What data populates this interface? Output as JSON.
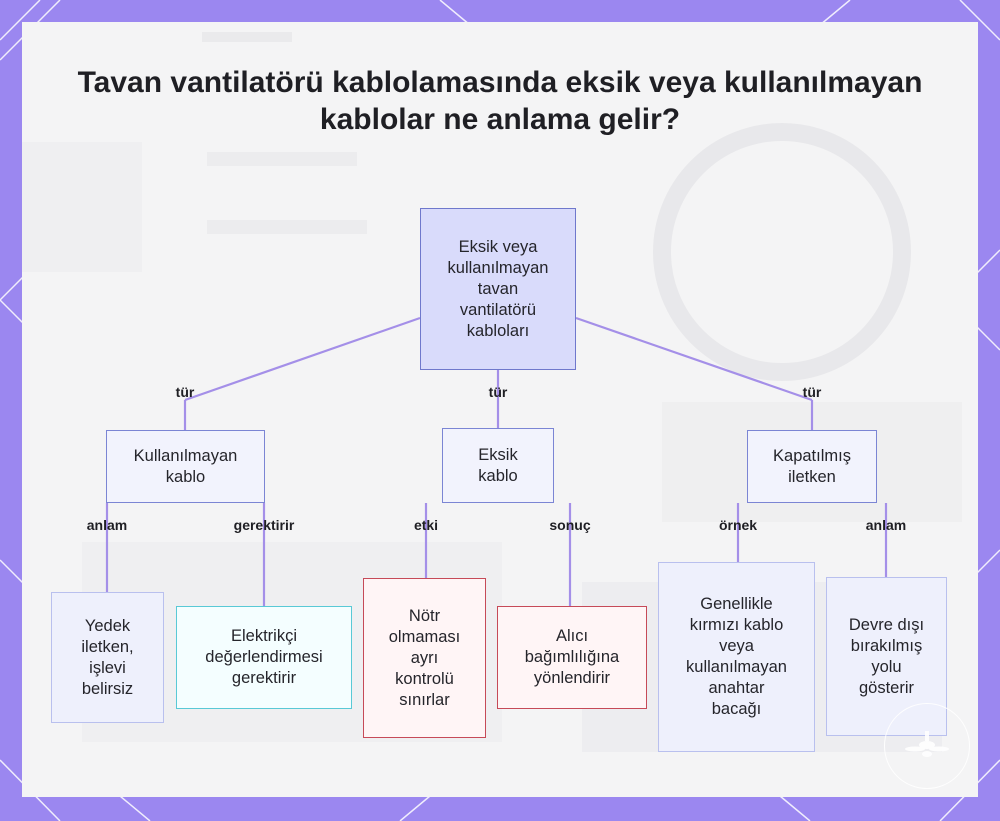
{
  "title_lines": [
    "Tavan vantilatörü kablolamasında",
    "eksik veya kullanılmayan kablolar ne",
    "anlama gelir?"
  ],
  "root": {
    "lines": [
      "Eksik veya",
      "kullanılmayan",
      "tavan",
      "vantilatörü",
      "kabloları"
    ]
  },
  "branches": [
    {
      "edge": "tür",
      "lines": [
        "Kullanılmayan",
        "kablo"
      ],
      "children": [
        {
          "edge": "anlam",
          "lines": [
            "Yedek",
            "iletken,",
            "işlevi",
            "belirsiz"
          ]
        },
        {
          "edge": "gerektirir",
          "lines": [
            "Elektrikçi",
            "değerlendirmesi",
            "gerektirir"
          ]
        }
      ]
    },
    {
      "edge": "tür",
      "lines": [
        "Eksik",
        "kablo"
      ],
      "children": [
        {
          "edge": "etki",
          "lines": [
            "Nötr",
            "olmaması",
            "ayrı",
            "kontrolü",
            "sınırlar"
          ]
        },
        {
          "edge": "sonuç",
          "lines": [
            "Alıcı",
            "bağımlılığına",
            "yönlendirir"
          ]
        }
      ]
    },
    {
      "edge": "tür",
      "lines": [
        "Kapatılmış",
        "iletken"
      ],
      "children": [
        {
          "edge": "örnek",
          "lines": [
            "Genellikle",
            "kırmızı kablo",
            "veya",
            "kullanılmayan",
            "anahtar",
            "bacağı"
          ]
        },
        {
          "edge": "anlam",
          "lines": [
            "Devre dışı",
            "bırakılmış",
            "yolu",
            "gösterir"
          ]
        }
      ]
    }
  ],
  "colors": {
    "frame": "#9b87f0",
    "connector": "#a48fe8",
    "root_fill": "#d9dbfb",
    "leaf_red": "#c64a58",
    "leaf_cyan": "#59c9d6"
  },
  "icons": {
    "seal": "ceiling-fan-icon"
  }
}
